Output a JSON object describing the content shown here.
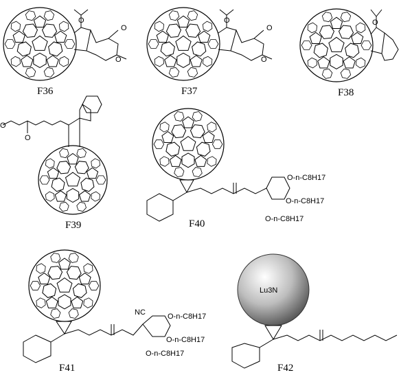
{
  "figure": {
    "compounds": [
      {
        "id": "F36",
        "label": "F36",
        "substituents": [
          "O",
          "O",
          "O"
        ]
      },
      {
        "id": "F37",
        "label": "F37",
        "substituents": [
          "O",
          "O",
          "O"
        ]
      },
      {
        "id": "F38",
        "label": "F38",
        "substituents": [
          "O"
        ]
      },
      {
        "id": "F39",
        "label": "F39",
        "substituents": [
          "O",
          "O"
        ]
      },
      {
        "id": "F40",
        "label": "F40",
        "substituents": [
          "O-n-C8H17",
          "O-n-C8H17",
          "O-n-C8H17"
        ]
      },
      {
        "id": "F41",
        "label": "F41",
        "substituents": [
          "NC",
          "O-n-C8H17",
          "O-n-C8H17",
          "O-n-C8H17"
        ]
      },
      {
        "id": "F42",
        "label": "F42",
        "substituents": [
          "Lu3N"
        ]
      }
    ]
  }
}
